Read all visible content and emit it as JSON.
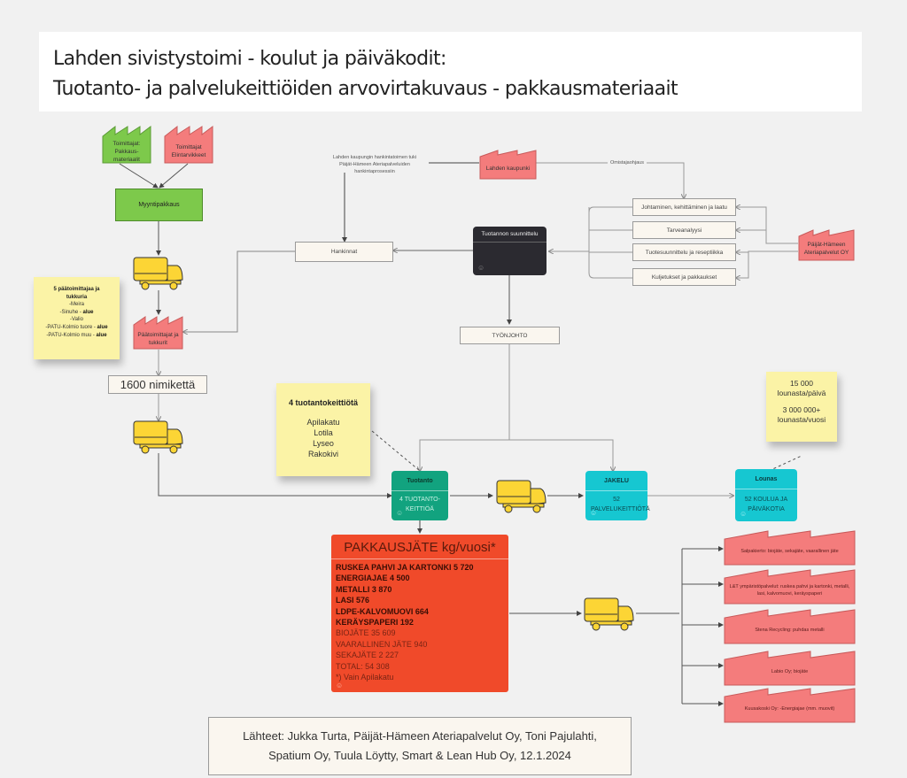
{
  "title": {
    "line1": "Lahden sivistystoimi - koulut ja päiväkodit:",
    "line2": "Tuotanto- ja palvelukeittiöiden arvovirtakuvaus - pakkausmateriaait"
  },
  "suppliers": {
    "packaging": "Toimittajat: Pakkaus-materiaalit",
    "food": "Toimittajat Elintarvikkeet",
    "retail_pack": "Myyntipakkaus"
  },
  "main_suppliers_note": {
    "title": "5 päätoimittajaa ja tukkuria",
    "items": [
      {
        "text": "-Meira",
        "suffix": ""
      },
      {
        "text": "-Sinuhe - ",
        "suffix": "alue"
      },
      {
        "text": "-Valio",
        "suffix": ""
      },
      {
        "text": "-PATU-Kolmio tuore - ",
        "suffix": "alue"
      },
      {
        "text": "-PATU-Kolmio muu - ",
        "suffix": "alue"
      }
    ]
  },
  "wholesalers": "Päätoimittajat ja tukkurit",
  "items_count": "1600 nimikettä",
  "city": {
    "label": "Lahden kaupunki",
    "procurement_note": "Lahden kaupungin hankintatoimen tuki Päijät-Hämeen Ateriapalveluiden hankintaprosessiin",
    "ownership_label": "Omistajaohjaus"
  },
  "procurement": "Hankinnat",
  "planning": {
    "title": "Tuotannon suunnittelu"
  },
  "functions": [
    "Johtaminen, kehittäminen ja laatu",
    "Tarveanalyysi",
    "Tuotesuunnittelu ja reseptiikka",
    "Kuljetukset ja pakkaukset"
  ],
  "company": "Päijät-Hämeen Ateriapalvelut OY",
  "supervision": "TYÖNJOHTO",
  "kitchens_note": {
    "title": "4 tuotantokeittiötä",
    "items": [
      "Apilakatu",
      "Lotila",
      "Lyseo",
      "Rakokivi"
    ]
  },
  "lunch_note": {
    "line1": "15 000",
    "line2": "lounasta/päivä",
    "line3": "3 000 000+",
    "line4": "lounasta/vuosi"
  },
  "stages": [
    {
      "title": "Tuotanto",
      "body": "4 TUOTANTO-KEITTIÖÄ",
      "color": "#12a37f"
    },
    {
      "title": "JAKELU",
      "body": "52 PALVELUKEITTIÖTÄ",
      "color": "#16c7d1"
    },
    {
      "title": "Lounas",
      "body": "52 KOULUA JA PÄIVÄKOTIA",
      "color": "#16c7d1"
    }
  ],
  "waste": {
    "title": "PAKKAUSJÄTE kg/vuosi*",
    "bold_rows": [
      "RUSKEA PAHVI JA KARTONKI 5 720",
      "ENERGIAJAE 4 500",
      "METALLI 3 870",
      "LASI 576",
      "LDPE-KALVOMUOVI 664",
      "KERÄYSPAPERI 192"
    ],
    "normal_rows": [
      "BIOJÄTE 35 609",
      "VAARALLINEN JÄTE 940",
      "SEKAJÄTE 2 227",
      "TOTAL:  54 308",
      "*) Vain Apilakatu"
    ]
  },
  "recyclers": [
    "Salpakierto: biojäte, sekajäte, vaarallinen jäte",
    "L&T ympäristöpalvelut: ruskea pahvi ja kartonki, metalli, lasi, kalvomuovi, keräyspaperi",
    "Stena Recycling: puhdas metalli",
    "Labio Oy; biojäte",
    "Kuusakoski Oy: -Energiajae (mm. muovit)"
  ],
  "sources": {
    "line1": "Lähteet: Jukka Turta, Päijät-Hämeen Ateriapalvelut Oy, Toni Pajulahti,",
    "line2": "Spatium Oy, Tuula Löytty, Smart & Lean Hub Oy, 12.1.2024"
  },
  "colors": {
    "factory_red": "#f47c7c",
    "factory_green": "#7dc94b",
    "truck_yellow": "#fcd535",
    "sticky_yellow": "#fbf3a6",
    "dark_card": "#2b2a30",
    "waste_red": "#f04a2a"
  }
}
